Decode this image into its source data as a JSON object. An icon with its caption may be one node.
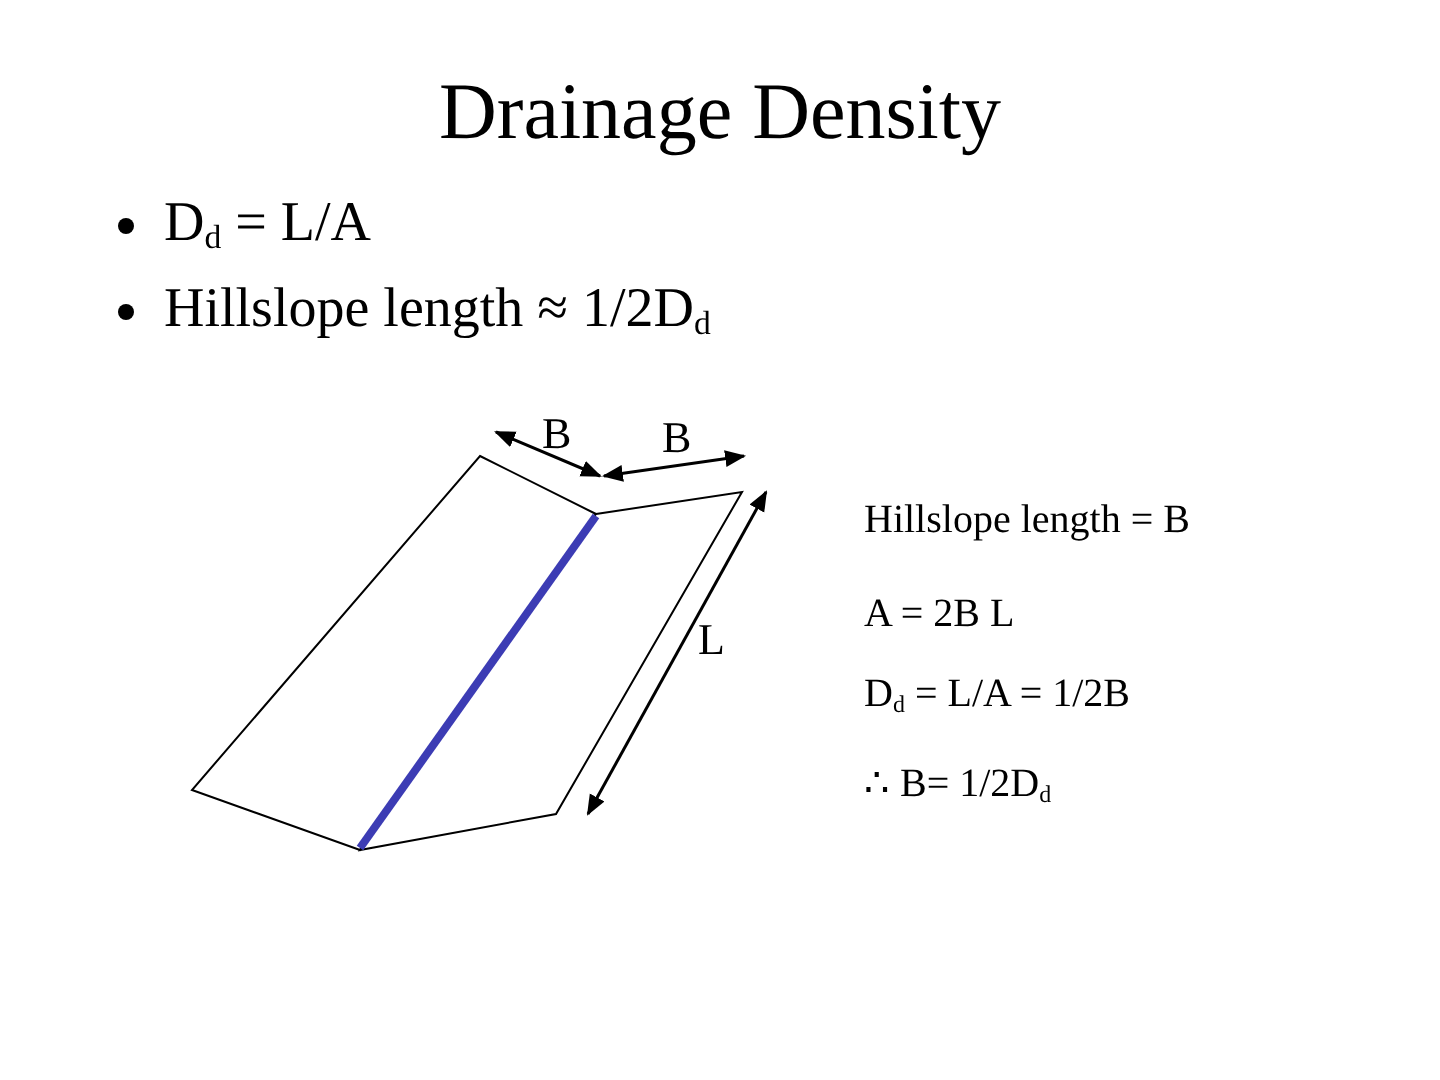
{
  "diagram": {
    "title": "Drainage Density",
    "labels": [
      "D$_{d}$ = L/A",
      "Hillslope length ≈ 1/2D$_{d}$",
      "B",
      "B",
      "Hillslope length = B",
      "L",
      "A = 2B L",
      "D$_{d}$ = L/A = 1/2B",
      "∴ B= 1/2D$_{d}$"
    ]
  }
}
